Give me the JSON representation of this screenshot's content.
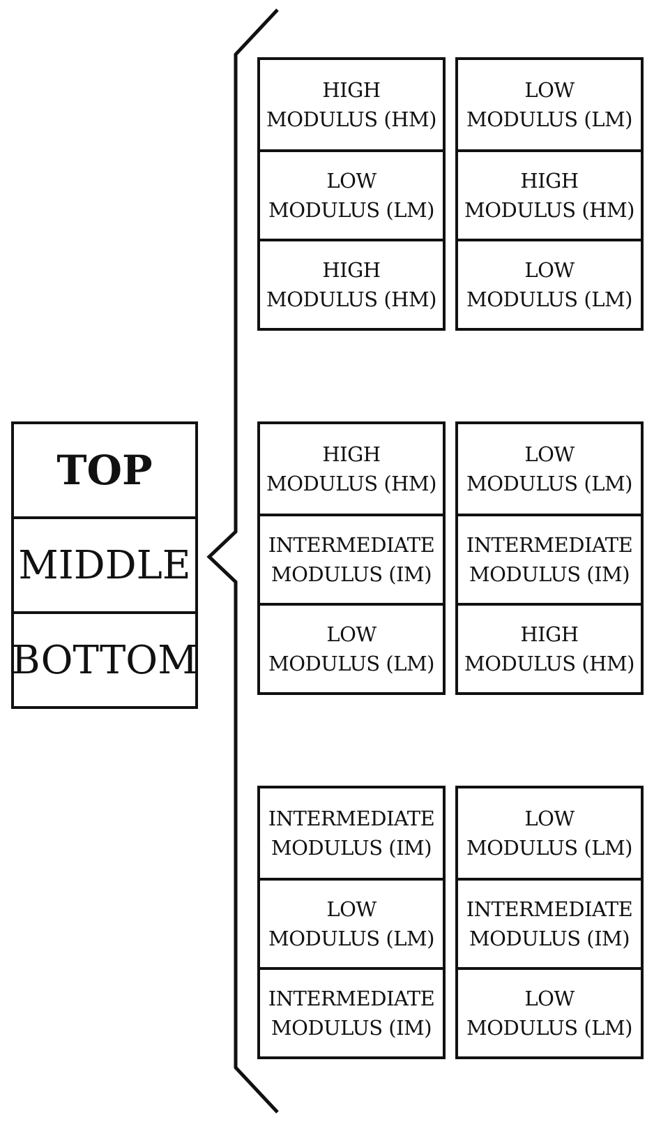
{
  "legend": [
    "TOP",
    "MIDDLE",
    "BOTTOM"
  ],
  "groups": [
    {
      "columns": [
        [
          [
            "HIGH",
            "MODULUS (HM)"
          ],
          [
            "LOW",
            "MODULUS (LM)"
          ],
          [
            "HIGH",
            "MODULUS (HM)"
          ]
        ],
        [
          [
            "LOW",
            "MODULUS (LM)"
          ],
          [
            "HIGH",
            "MODULUS (HM)"
          ],
          [
            "LOW",
            "MODULUS (LM)"
          ]
        ]
      ]
    },
    {
      "columns": [
        [
          [
            "HIGH",
            "MODULUS (HM)"
          ],
          [
            "INTERMEDIATE",
            "MODULUS (IM)"
          ],
          [
            "LOW",
            "MODULUS (LM)"
          ]
        ],
        [
          [
            "LOW",
            "MODULUS (LM)"
          ],
          [
            "INTERMEDIATE",
            "MODULUS (IM)"
          ],
          [
            "HIGH",
            "MODULUS (HM)"
          ]
        ]
      ]
    },
    {
      "columns": [
        [
          [
            "INTERMEDIATE",
            "MODULUS (IM)"
          ],
          [
            "LOW",
            "MODULUS (LM)"
          ],
          [
            "INTERMEDIATE",
            "MODULUS (IM)"
          ]
        ],
        [
          [
            "LOW",
            "MODULUS (LM)"
          ],
          [
            "INTERMEDIATE",
            "MODULUS (IM)"
          ],
          [
            "LOW",
            "MODULUS (LM)"
          ]
        ]
      ]
    }
  ]
}
